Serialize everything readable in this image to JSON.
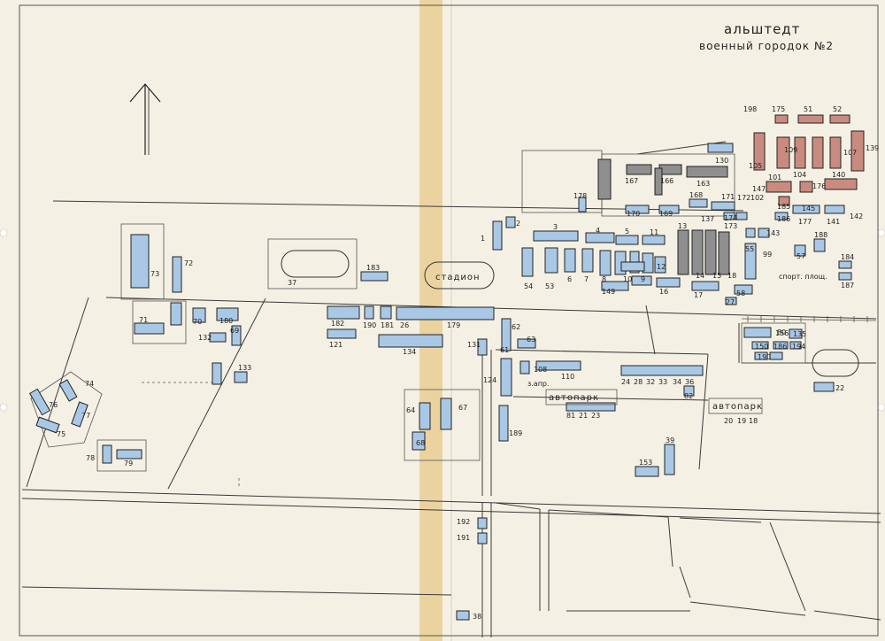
{
  "title": {
    "line1": "альштедт",
    "line2": "военный городок №2"
  },
  "places": {
    "stadium": "стадион",
    "motorpool_1": "автопарк",
    "motorpool_2": "автопарк",
    "sports_ground": "спорт. площ.",
    "zapr": "з.апр."
  },
  "colors": {
    "paper": "#f4f0e3",
    "ink": "#222222",
    "building_blue": "#a9c8e6",
    "building_red": "#c98b80",
    "building_grey": "#8f8f8f",
    "tape": "#e8c98a"
  },
  "icons": {
    "north_arrow": "north-arrow-icon"
  },
  "labels": [
    "198",
    "175",
    "51",
    "52",
    "139",
    "130",
    "105",
    "107",
    "109",
    "147",
    "101",
    "104",
    "176",
    "140",
    "178",
    "167",
    "166",
    "163",
    "168",
    "170",
    "169",
    "173",
    "171",
    "172",
    "102",
    "137",
    "174",
    "185",
    "186",
    "177",
    "141",
    "142",
    "143",
    "145",
    "2",
    "1",
    "3",
    "4",
    "5",
    "11",
    "13",
    "14",
    "15",
    "16",
    "17",
    "18",
    "99",
    "55",
    "57",
    "188",
    "184",
    "187",
    "54",
    "53",
    "6",
    "7",
    "8",
    "9",
    "10",
    "12",
    "149",
    "58",
    "27",
    "73",
    "72",
    "183",
    "37",
    "71",
    "70",
    "180",
    "182",
    "190",
    "181",
    "26",
    "179",
    "121",
    "134",
    "69",
    "132",
    "133",
    "131",
    "62",
    "63",
    "61",
    "108",
    "110",
    "124",
    "24",
    "28",
    "32",
    "33",
    "34",
    "36",
    "64",
    "67",
    "68",
    "81",
    "21",
    "23",
    "82",
    "20",
    "19",
    "18",
    "189",
    "39",
    "153",
    "156",
    "135",
    "150",
    "194",
    "186",
    "190",
    "80",
    "22",
    "74",
    "77",
    "75",
    "76",
    "78",
    "79",
    "192",
    "191",
    "38"
  ]
}
